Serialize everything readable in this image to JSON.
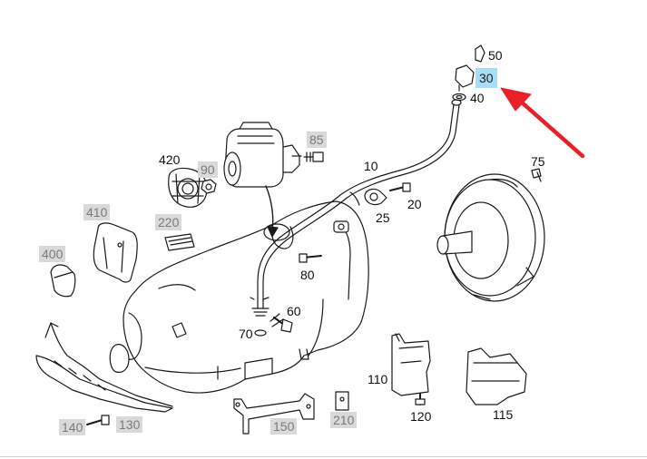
{
  "parts": {
    "p10": "10",
    "p20": "20",
    "p25": "25",
    "p30": "30",
    "p40": "40",
    "p50": "50",
    "p60": "60",
    "p70": "70",
    "p75": "75",
    "p80": "80",
    "p85": "85",
    "p90": "90",
    "p110": "110",
    "p115": "115",
    "p120": "120",
    "p130": "130",
    "p140": "140",
    "p150": "150",
    "p210": "210",
    "p220": "220",
    "p400": "400",
    "p410": "410",
    "p420": "420"
  },
  "colors": {
    "line": "#1a1a1a",
    "label_bg_grey": "#d9d9d9",
    "label_text_grey": "#7a7a7a",
    "highlight": "#a8dcf7",
    "arrow": "#e8202a"
  }
}
